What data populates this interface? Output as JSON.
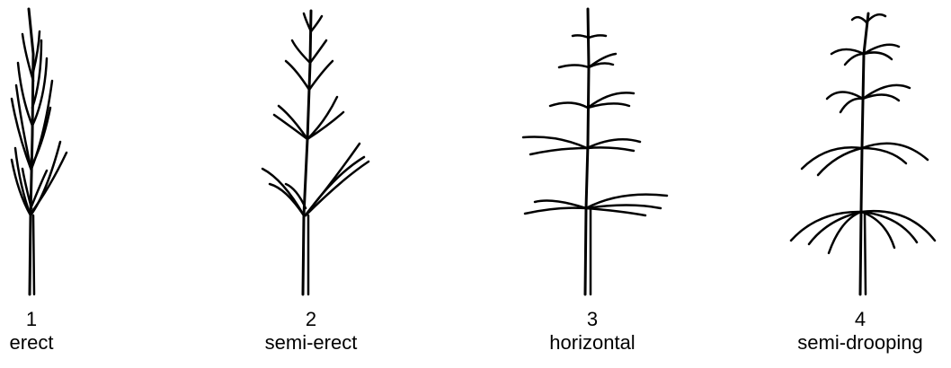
{
  "figures": [
    {
      "number": "1",
      "label": "erect"
    },
    {
      "number": "2",
      "label": "semi-erect"
    },
    {
      "number": "3",
      "label": "horizontal"
    },
    {
      "number": "4",
      "label": "semi-drooping"
    }
  ]
}
